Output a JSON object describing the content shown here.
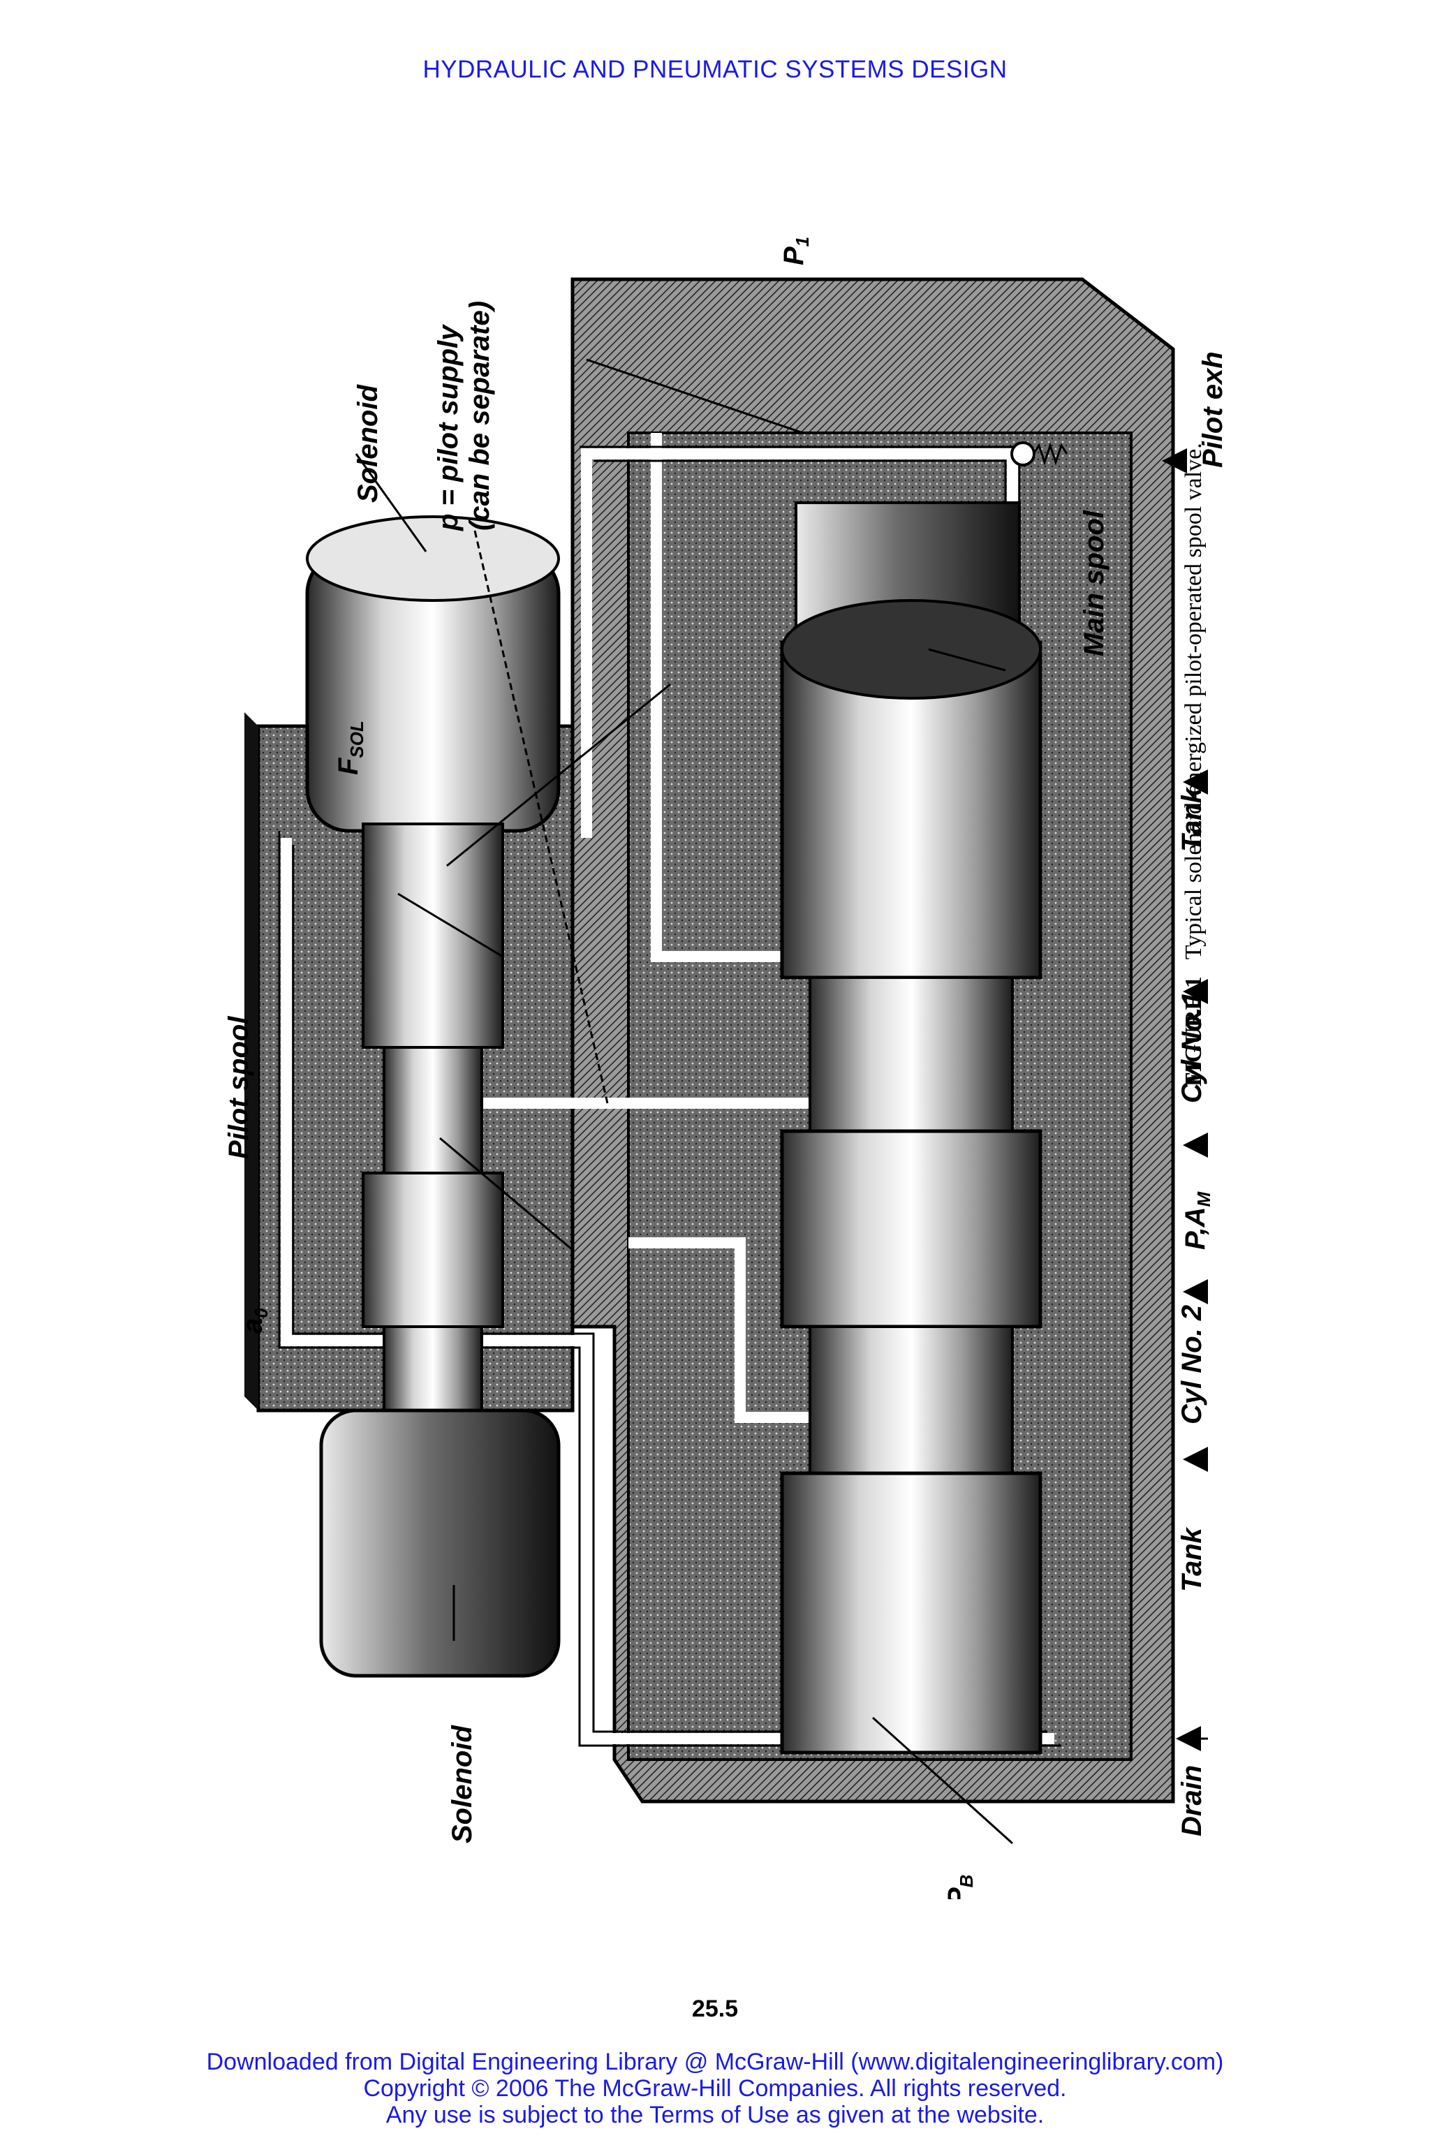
{
  "header": {
    "running_head": "HYDRAULIC AND PNEUMATIC SYSTEMS DESIGN"
  },
  "figure": {
    "labels": {
      "solenoid_top": "Solenoid",
      "pilot_supply_line1": "p = pilot supply",
      "pilot_supply_line2": "(can be separate)",
      "p1": "P",
      "p1_sub": "1",
      "fsol": "F",
      "fsol_sub": "SOL",
      "pilot_spool": "Pilot spool",
      "a0": "a",
      "a0_sub": "0",
      "solenoid_bottom": "Solenoid",
      "pb": "P",
      "pb_sub": "B",
      "pilot_exh": "Pilot exh",
      "main_spool": "Main spool",
      "tank_1": "Tank",
      "cyl_no1": "Cyl No.1",
      "pam": "P,A",
      "pam_sub": "M",
      "cyl_no2": "Cyl No. 2",
      "tank_2": "Tank",
      "drain": "Drain"
    },
    "caption": {
      "number": "FIGURE 1",
      "text": "Typical solenoid-energized pilot-operated spool valve."
    }
  },
  "page_number": "25.5",
  "footer": {
    "line1": "Downloaded from Digital Engineering Library @ McGraw-Hill (www.digitalengineeringlibrary.com)",
    "line2": "Copyright © 2006 The McGraw-Hill Companies. All rights reserved.",
    "line3": "Any use is subject to the Terms of Use as given at the website."
  },
  "colors": {
    "link_blue": "#1a1ae6",
    "ink": "#000000"
  }
}
